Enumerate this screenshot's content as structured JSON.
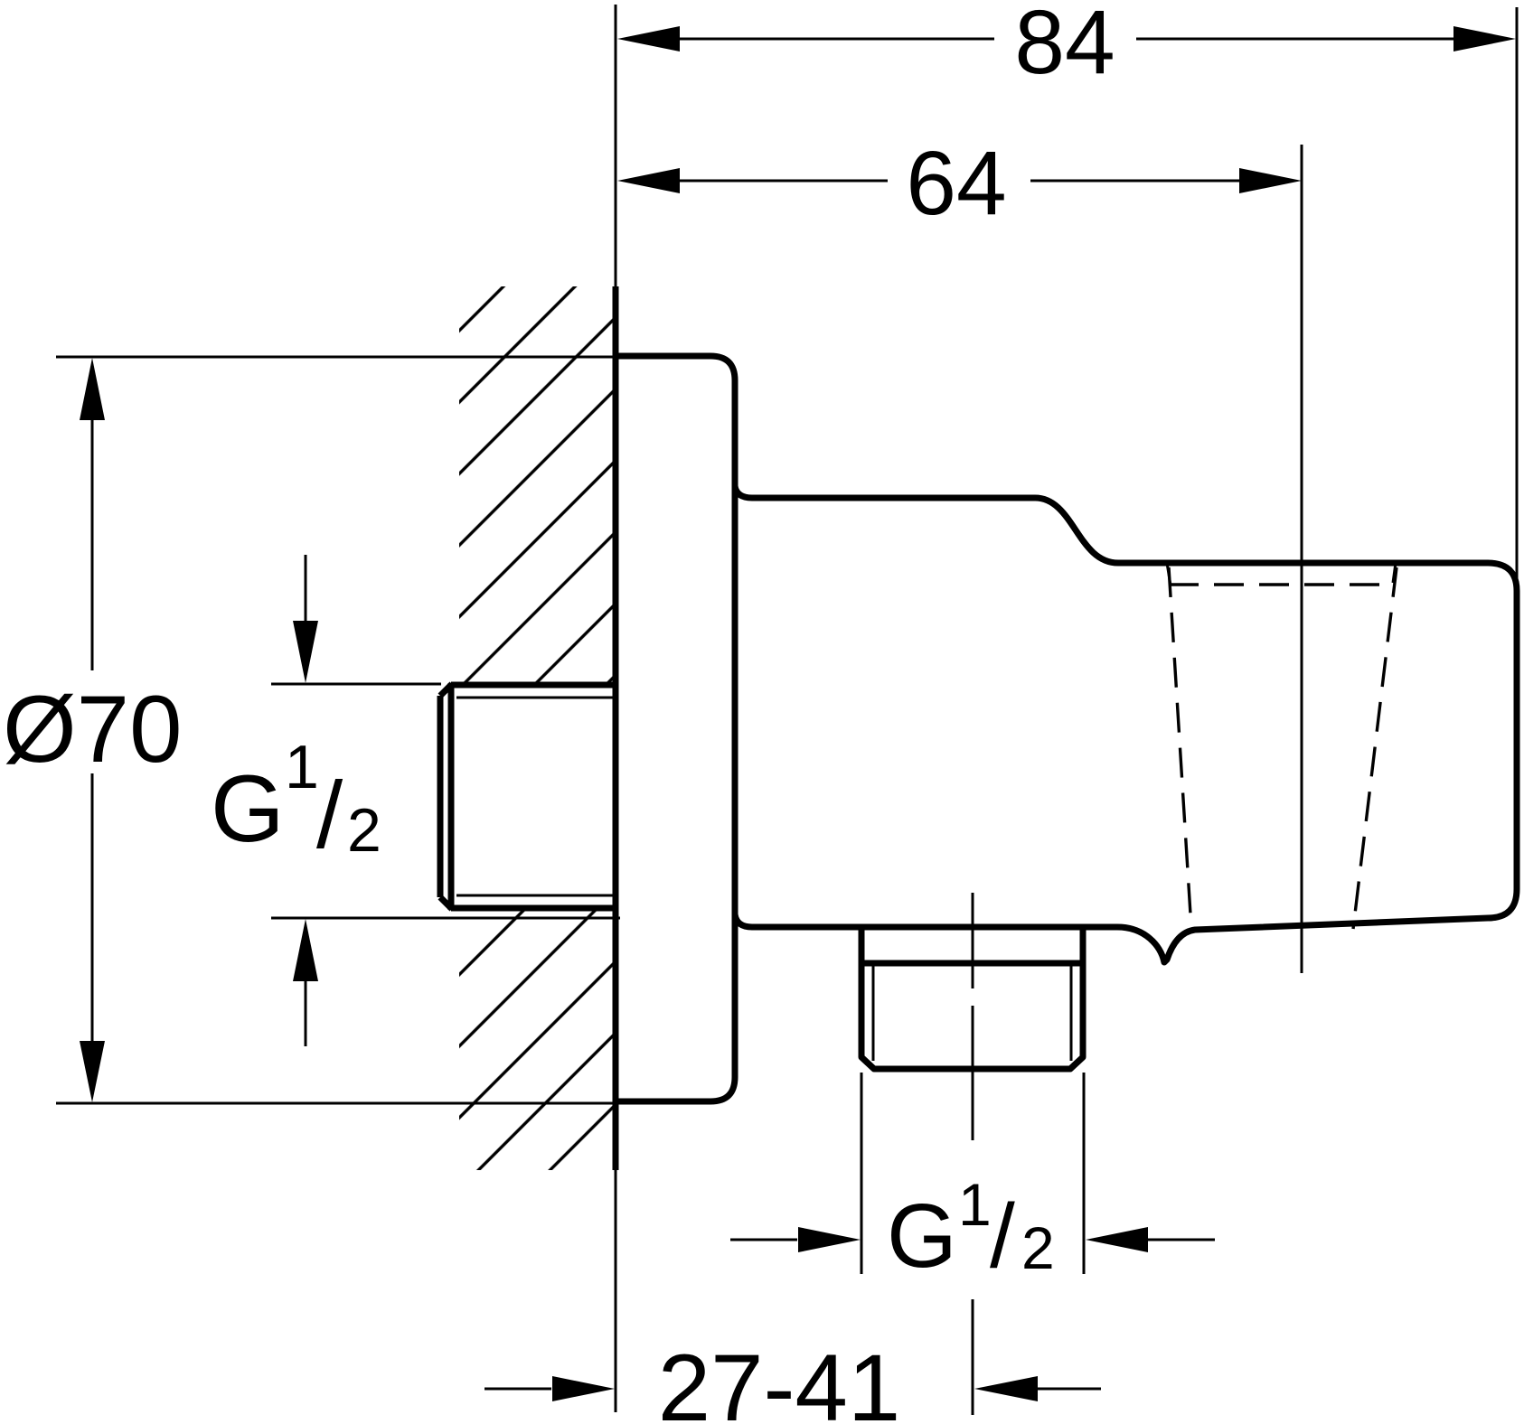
{
  "colors": {
    "background": "#ffffff",
    "line": "#000000"
  },
  "units_implied": "mm",
  "dimensions": {
    "total_depth": {
      "value": "84"
    },
    "holder_center_depth": {
      "value": "64"
    },
    "flange_diameter": {
      "value": "Ø70"
    },
    "wall_to_outlet_range": {
      "value": "27-41"
    },
    "inlet_thread": {
      "g": "G",
      "numerator": "1",
      "slash": "/",
      "denominator": "2"
    },
    "outlet_thread": {
      "g": "G",
      "numerator": "1",
      "slash": "/",
      "denominator": "2"
    }
  }
}
